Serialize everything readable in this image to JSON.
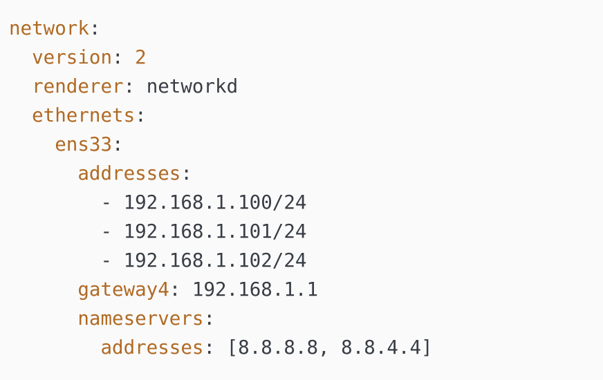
{
  "code_block": {
    "language": "yaml",
    "content_description": "netplan network configuration",
    "colors": {
      "background": "#fafafa",
      "key": "#b06a24",
      "number": "#b06a24",
      "text": "#383d45"
    },
    "plain_text": "network:\n  version: 2\n  renderer: networkd\n  ethernets:\n    ens33:\n      addresses:\n        - 192.168.1.100/24\n        - 192.168.1.101/24\n        - 192.168.1.102/24\n      gateway4: 192.168.1.1\n      nameservers:\n        addresses: [8.8.8.8, 8.8.4.4]",
    "lines": [
      {
        "tokens": [
          {
            "type": "key",
            "text": "network"
          },
          {
            "type": "text",
            "text": ":"
          }
        ]
      },
      {
        "tokens": [
          {
            "type": "text",
            "text": "  "
          },
          {
            "type": "key",
            "text": "version"
          },
          {
            "type": "text",
            "text": ": "
          },
          {
            "type": "number",
            "text": "2"
          }
        ]
      },
      {
        "tokens": [
          {
            "type": "text",
            "text": "  "
          },
          {
            "type": "key",
            "text": "renderer"
          },
          {
            "type": "text",
            "text": ": networkd"
          }
        ]
      },
      {
        "tokens": [
          {
            "type": "text",
            "text": "  "
          },
          {
            "type": "key",
            "text": "ethernets"
          },
          {
            "type": "text",
            "text": ":"
          }
        ]
      },
      {
        "tokens": [
          {
            "type": "text",
            "text": "    "
          },
          {
            "type": "key",
            "text": "ens33"
          },
          {
            "type": "text",
            "text": ":"
          }
        ]
      },
      {
        "tokens": [
          {
            "type": "text",
            "text": "      "
          },
          {
            "type": "key",
            "text": "addresses"
          },
          {
            "type": "text",
            "text": ":"
          }
        ]
      },
      {
        "tokens": [
          {
            "type": "text",
            "text": "        - 192.168.1.100/24"
          }
        ]
      },
      {
        "tokens": [
          {
            "type": "text",
            "text": "        - 192.168.1.101/24"
          }
        ]
      },
      {
        "tokens": [
          {
            "type": "text",
            "text": "        - 192.168.1.102/24"
          }
        ]
      },
      {
        "tokens": [
          {
            "type": "text",
            "text": "      "
          },
          {
            "type": "key",
            "text": "gateway4"
          },
          {
            "type": "text",
            "text": ": 192.168.1.1"
          }
        ]
      },
      {
        "tokens": [
          {
            "type": "text",
            "text": "      "
          },
          {
            "type": "key",
            "text": "nameservers"
          },
          {
            "type": "text",
            "text": ":"
          }
        ]
      },
      {
        "tokens": [
          {
            "type": "text",
            "text": "        "
          },
          {
            "type": "key",
            "text": "addresses"
          },
          {
            "type": "text",
            "text": ": [8.8.8.8, 8.8.4.4]"
          }
        ]
      }
    ]
  }
}
